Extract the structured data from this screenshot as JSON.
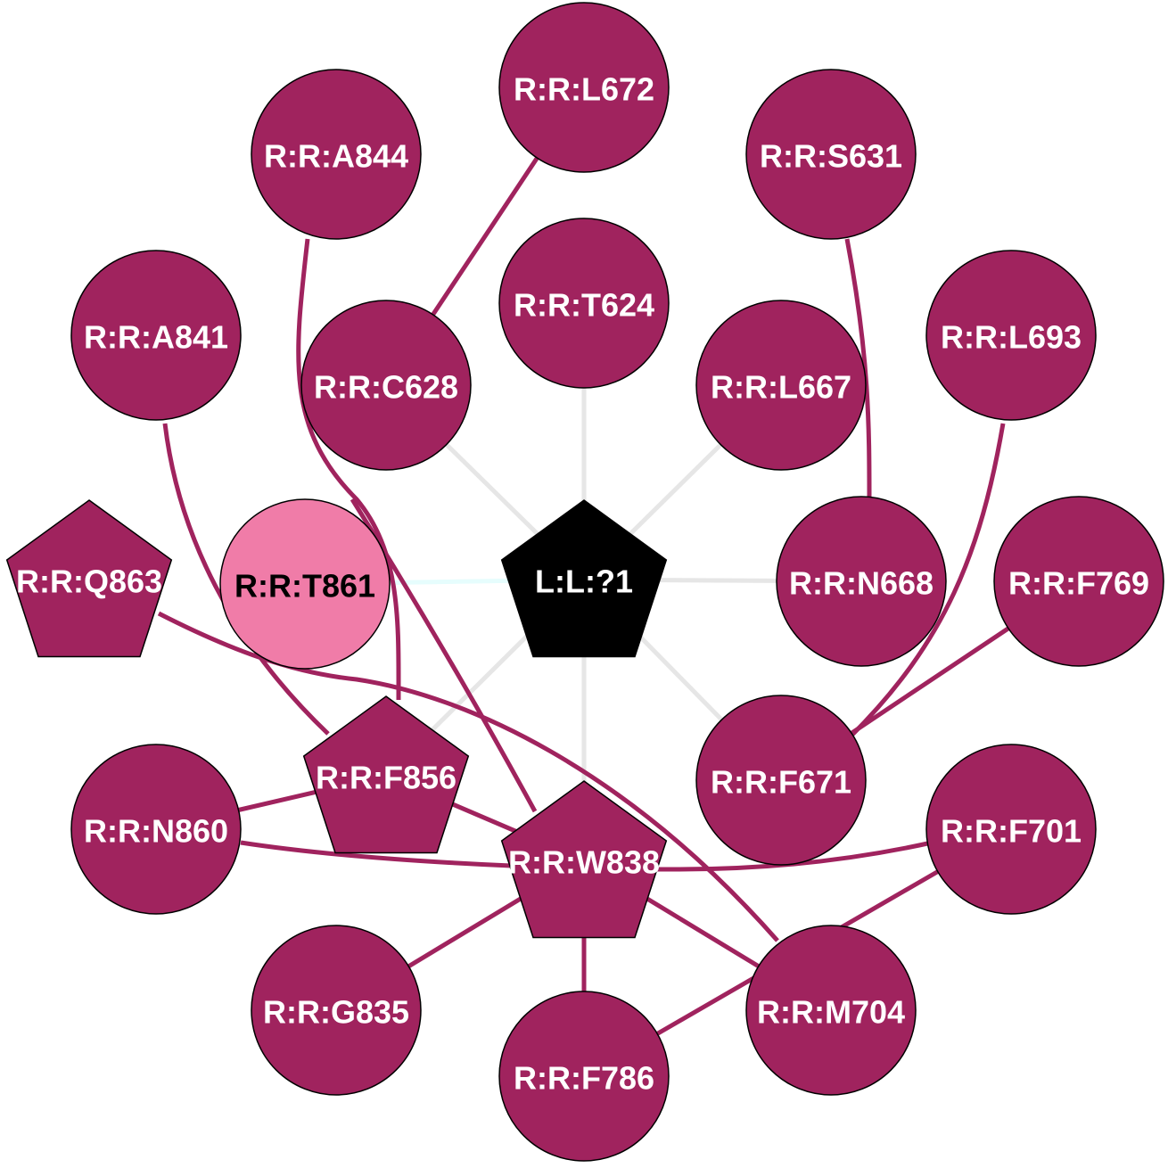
{
  "colors": {
    "residue": "#a0235e",
    "highlight": "#f07ca8",
    "ligand": "#000000",
    "ligand_edge": "#e6e6e6",
    "highlight_edge": "#e6fdfd",
    "contact_edge": "#a0235e"
  },
  "nodes": [
    {
      "id": "L:L:?1",
      "shape": "pentagon",
      "kind": "ligand"
    },
    {
      "id": "R:R:T624",
      "shape": "circle",
      "kind": "residue"
    },
    {
      "id": "R:R:L672",
      "shape": "circle",
      "kind": "residue"
    },
    {
      "id": "R:R:A844",
      "shape": "circle",
      "kind": "residue"
    },
    {
      "id": "R:R:S631",
      "shape": "circle",
      "kind": "residue"
    },
    {
      "id": "R:R:A841",
      "shape": "circle",
      "kind": "residue"
    },
    {
      "id": "R:R:C628",
      "shape": "circle",
      "kind": "residue"
    },
    {
      "id": "R:R:L667",
      "shape": "circle",
      "kind": "residue"
    },
    {
      "id": "R:R:L693",
      "shape": "circle",
      "kind": "residue"
    },
    {
      "id": "R:R:Q863",
      "shape": "pentagon",
      "kind": "residue"
    },
    {
      "id": "R:R:T861",
      "shape": "circle",
      "kind": "highlight"
    },
    {
      "id": "R:R:N668",
      "shape": "circle",
      "kind": "residue"
    },
    {
      "id": "R:R:F769",
      "shape": "circle",
      "kind": "residue"
    },
    {
      "id": "R:R:F856",
      "shape": "pentagon",
      "kind": "residue"
    },
    {
      "id": "R:R:F671",
      "shape": "circle",
      "kind": "residue"
    },
    {
      "id": "R:R:N860",
      "shape": "circle",
      "kind": "residue"
    },
    {
      "id": "R:R:W838",
      "shape": "pentagon",
      "kind": "residue"
    },
    {
      "id": "R:R:F701",
      "shape": "circle",
      "kind": "residue"
    },
    {
      "id": "R:R:G835",
      "shape": "circle",
      "kind": "residue"
    },
    {
      "id": "R:R:F786",
      "shape": "circle",
      "kind": "residue"
    },
    {
      "id": "R:R:M704",
      "shape": "circle",
      "kind": "residue"
    }
  ],
  "edges": [
    [
      "L:L:?1",
      "R:R:T624"
    ],
    [
      "L:L:?1",
      "R:R:C628"
    ],
    [
      "L:L:?1",
      "R:R:L667"
    ],
    [
      "L:L:?1",
      "R:R:N668"
    ],
    [
      "L:L:?1",
      "R:R:F671"
    ],
    [
      "L:L:?1",
      "R:R:W838"
    ],
    [
      "L:L:?1",
      "R:R:F856"
    ],
    [
      "L:L:?1",
      "R:R:T861"
    ],
    [
      "R:R:L672",
      "R:R:C628"
    ],
    [
      "R:R:A844",
      "R:R:F856"
    ],
    [
      "R:R:S631",
      "R:R:N668"
    ],
    [
      "R:R:A841",
      "R:R:F856"
    ],
    [
      "R:R:L693",
      "R:R:F671"
    ],
    [
      "R:R:F769",
      "R:R:F671"
    ],
    [
      "R:R:Q863",
      "R:R:M704"
    ],
    [
      "R:R:T861",
      "R:R:W838"
    ],
    [
      "R:R:N860",
      "R:R:F856"
    ],
    [
      "R:R:N860",
      "R:R:F701"
    ],
    [
      "R:R:F856",
      "R:R:W838"
    ],
    [
      "R:R:W838",
      "R:R:G835"
    ],
    [
      "R:R:W838",
      "R:R:F786"
    ],
    [
      "R:R:W838",
      "R:R:M704"
    ],
    [
      "R:R:F701",
      "R:R:F786"
    ]
  ]
}
